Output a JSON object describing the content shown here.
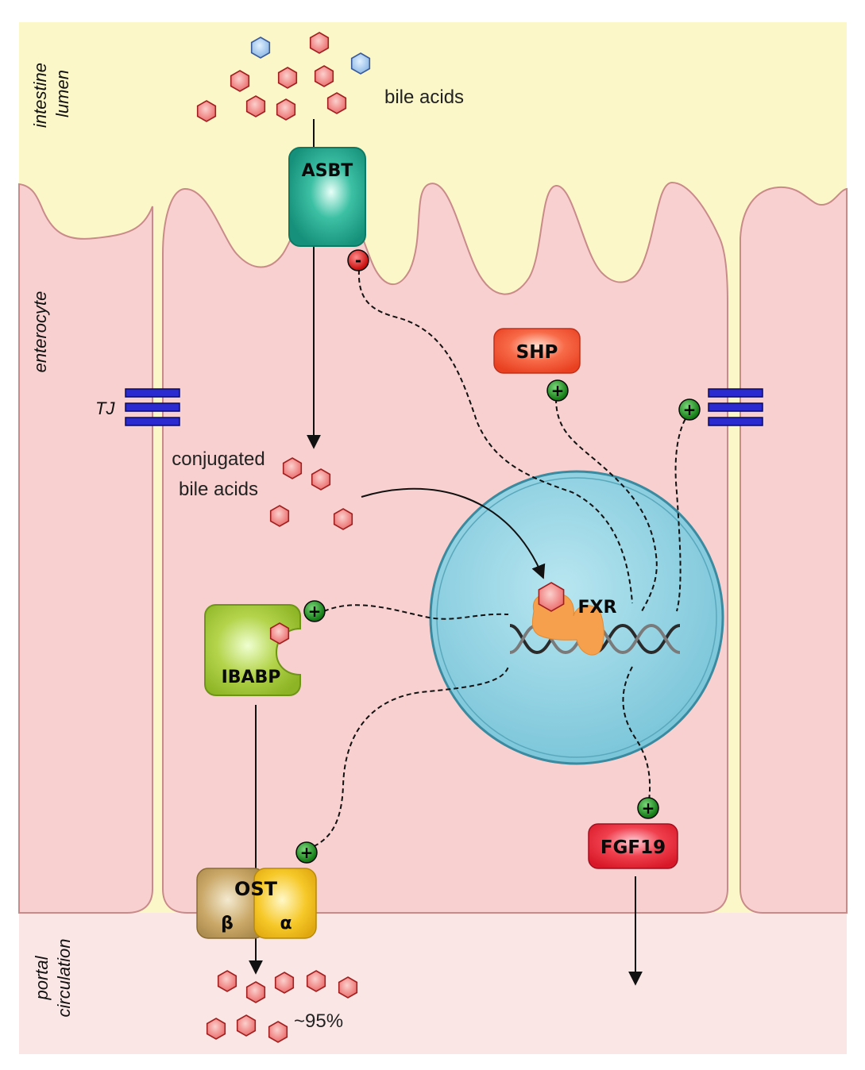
{
  "regions": {
    "lumen": "intestine lumen",
    "lumen_line1": "intestine",
    "lumen_line2": "lumen",
    "enterocyte": "enterocyte",
    "portal_line1": "portal",
    "portal_line2": "circulation"
  },
  "labels": {
    "bile_acids": "bile acids",
    "conjugated_line1": "conjugated",
    "conjugated_line2": "bile acids",
    "tj": "TJ",
    "percent": "~95%"
  },
  "proteins": {
    "asbt": "ASBT",
    "shp": "SHP",
    "fxr": "FXR",
    "ibabp": "IBABP",
    "ost": "OST",
    "ost_beta": "β",
    "ost_alpha": "α",
    "fgf19": "FGF19"
  },
  "regulation": {
    "activate_symbol": "+",
    "inhibit_symbol": "-"
  },
  "colors": {
    "lumen": "#fbf7c8",
    "cell": "#f8d0d0",
    "portal": "#fbe6e6",
    "nucleus": "#8ccfe0",
    "asbt": "#20a88f",
    "shp": "#f25a3a",
    "fgf19": "#e8283c",
    "ibabp": "#a8cc3c",
    "ost_beta": "#c8a860",
    "ost_alpha": "#f2c020",
    "bile_acid": "#f08080",
    "bile_acid_blue": "#9cc4e8",
    "tj": "#2a2ad0",
    "activator": "#1e8a1e",
    "inhibitor": "#e01818"
  }
}
